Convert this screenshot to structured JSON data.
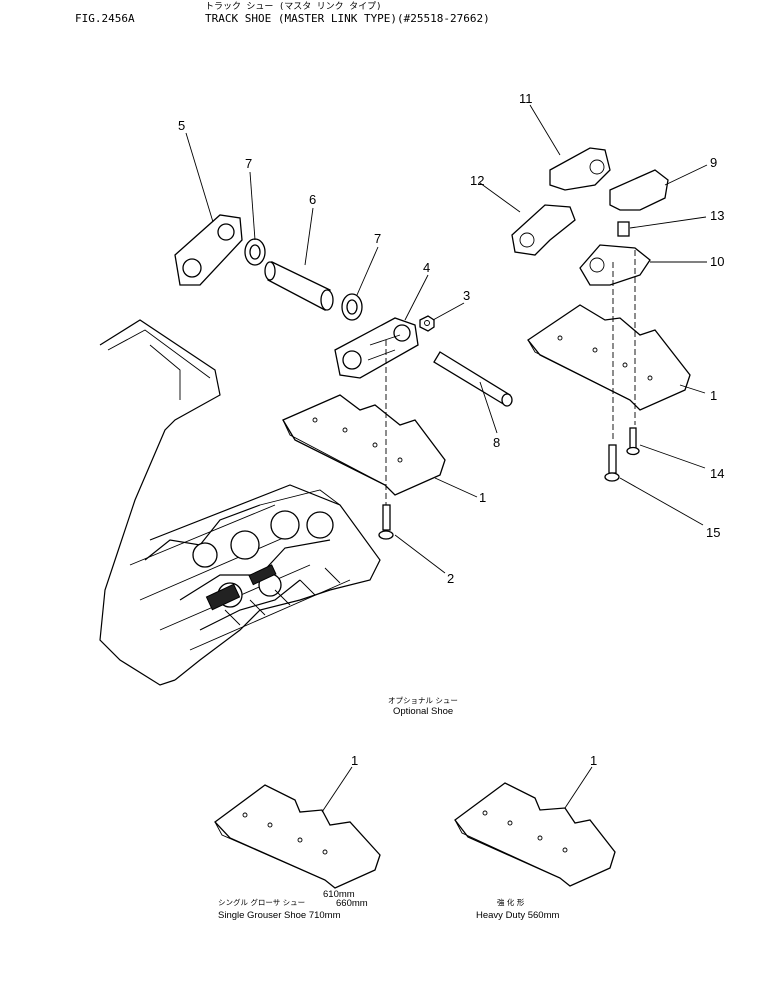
{
  "header": {
    "fig_number": "FIG.2456A",
    "title_jp": "トラック シュー (マスタ リンク タイプ)",
    "title_en": "TRACK SHOE (MASTER LINK TYPE)(#25518-27662)"
  },
  "callouts": [
    "1",
    "2",
    "3",
    "4",
    "5",
    "6",
    "7",
    "7",
    "8",
    "9",
    "10",
    "11",
    "12",
    "13",
    "14",
    "1",
    "15",
    "1",
    "1"
  ],
  "captions": {
    "optional_jp": "オプショナル シュー",
    "optional_en": "Optional Shoe",
    "single_sizes": "610mm\n660mm",
    "single_jp": "シングル グローサ シュー",
    "single_en": "Single Grouser Shoe 710mm",
    "heavy_jp": "強 化 形",
    "heavy_en": "Heavy Duty 560mm"
  }
}
